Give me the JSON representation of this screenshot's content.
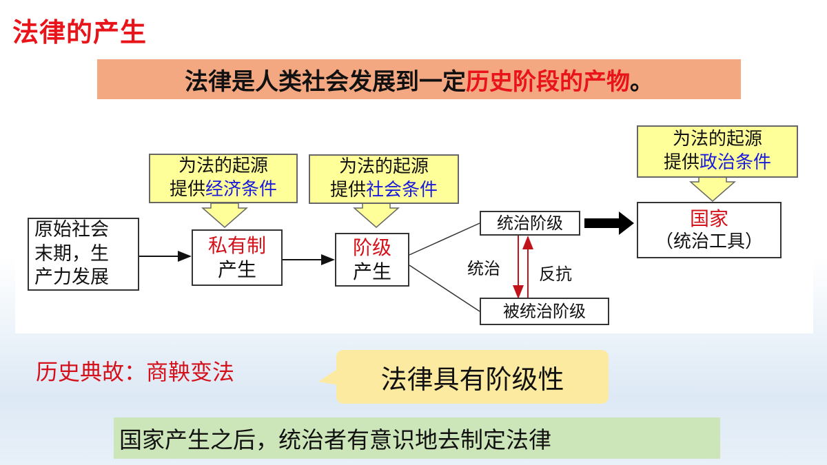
{
  "title": "法律的产生",
  "banner": {
    "prefix": "法律是人类社会发展到一定",
    "highlight": "历史阶段的产物",
    "suffix": "。"
  },
  "diagram": {
    "origin": {
      "line1": "原始社会",
      "line2": "末期，生",
      "line3": "产力发展"
    },
    "private": {
      "title": "私有制",
      "sub": "产生"
    },
    "class": {
      "title": "阶级",
      "sub": "产生"
    },
    "ruling": "统治阶级",
    "ruled": "被统治阶级",
    "rule_label": "统治",
    "resist_label": "反抗",
    "state": {
      "title": "国家",
      "sub": "（统治工具）"
    },
    "cond_economic": {
      "line1": "为法的起源",
      "prefix": "提供",
      "highlight": "经济条件"
    },
    "cond_social": {
      "line1": "为法的起源",
      "prefix": "提供",
      "highlight": "社会条件"
    },
    "cond_political": {
      "line1": "为法的起源",
      "prefix": "提供",
      "highlight": "政治条件"
    }
  },
  "history": "历史典故：商鞅变法",
  "callout": "法律具有阶级性",
  "bottom": "国家产生之后，统治者有意识地去制定法律"
}
